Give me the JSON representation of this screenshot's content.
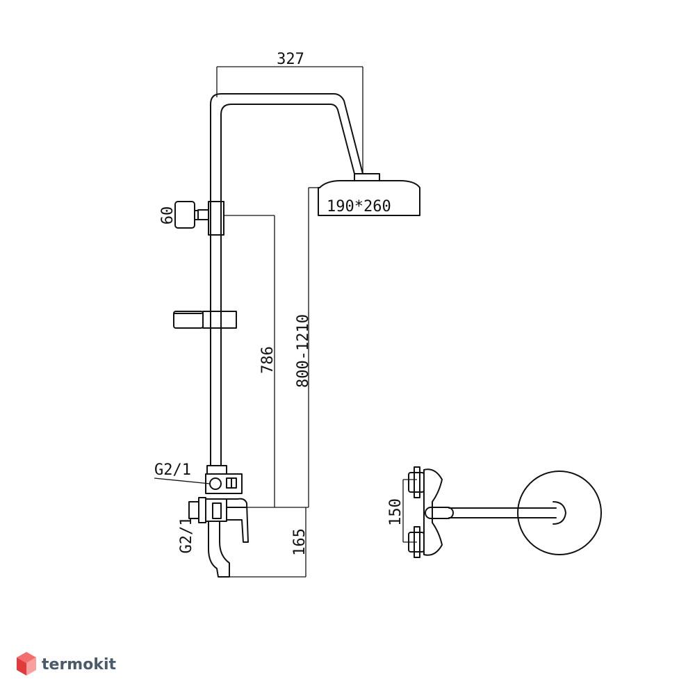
{
  "dimensions": {
    "arm_width": "327",
    "head_size": "190*260",
    "holder_offset": "60",
    "bar_height": "786",
    "height_range": "800-1210",
    "thread_upper": "G2/1",
    "thread_lower": "G2/1",
    "spout_height": "165",
    "inlet_spacing": "150"
  },
  "brand": {
    "name": "termokit",
    "colors": {
      "top": "#f36f6f",
      "left": "#e23b3b",
      "right": "#f8a0a0"
    }
  }
}
